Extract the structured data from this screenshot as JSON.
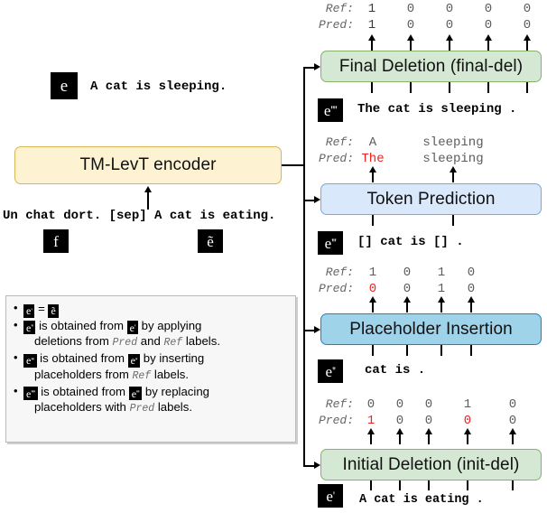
{
  "left": {
    "output_tag": "e",
    "output_sentence": "A cat is sleeping.",
    "encoder_label": "TM-LevT encoder",
    "input_sentence": "Un chat dort. [sep] A cat is eating.",
    "input_tag_source": "f",
    "input_tag_target": "ẽ"
  },
  "legend": {
    "items": [
      {
        "tag": "e'",
        "op": "=",
        "tag2": "ẽ",
        "text": "",
        "cont": ""
      },
      {
        "tag": "e''",
        "text": "is obtained from",
        "tag2": "e'",
        "text2": "by applying",
        "cont_a": "deletions from",
        "kw1": "Pred",
        "cont_b": "and",
        "kw2": "Ref",
        "cont_c": "labels."
      },
      {
        "tag": "e'''",
        "text": "is obtained from",
        "tag2": "e''",
        "text2": "by inserting",
        "cont_a": "placeholders from",
        "kw1": "Ref",
        "cont_c": "labels."
      },
      {
        "tag": "e''''",
        "text": "is obtained from",
        "tag2": "e'''",
        "text2": "by replacing",
        "cont_a": "placeholders with",
        "kw1": "Pred",
        "cont_c": "labels."
      }
    ]
  },
  "stages": [
    {
      "id": "final-del",
      "box_label": "Final Deletion (final-del)",
      "color": "green",
      "tag": "e''''",
      "sentence": "The cat is sleeping .",
      "above": {
        "ref_label": "Ref:",
        "pred_label": "Pred:",
        "ref": [
          "1",
          "0",
          "0",
          "0",
          "0"
        ],
        "pred": [
          "1",
          "0",
          "0",
          "0",
          "0"
        ],
        "pred_errors": [
          false,
          false,
          false,
          false,
          false
        ]
      }
    },
    {
      "id": "token-pred",
      "box_label": "Token Prediction",
      "color": "blue-l",
      "tag": "e'''",
      "sentence": "[] cat is [] .",
      "above": {
        "ref_label": "Ref:",
        "pred_label": "Pred:",
        "ref": [
          "A",
          "sleeping"
        ],
        "pred": [
          "The",
          "sleeping"
        ],
        "pred_errors": [
          true,
          false
        ]
      }
    },
    {
      "id": "placeholder-ins",
      "box_label": "Placeholder Insertion",
      "color": "blue-d",
      "tag": "e''",
      "sentence": "cat is .",
      "above": {
        "ref_label": "Ref:",
        "pred_label": "Pred:",
        "ref": [
          "1",
          "0",
          "1",
          "0"
        ],
        "pred": [
          "0",
          "0",
          "1",
          "0"
        ],
        "pred_errors": [
          true,
          false,
          false,
          false
        ]
      }
    },
    {
      "id": "init-del",
      "box_label": "Initial Deletion (init-del)",
      "color": "green",
      "tag": "e'",
      "sentence": "A cat is eating .",
      "above": {
        "ref_label": "Ref:",
        "pred_label": "Pred:",
        "ref": [
          "0",
          "0",
          "0",
          "1",
          "0"
        ],
        "pred": [
          "1",
          "0",
          "0",
          "0",
          "0"
        ],
        "pred_errors": [
          true,
          false,
          false,
          true,
          false
        ]
      }
    }
  ],
  "colors": {
    "green_fill": "#d5e8d4",
    "green_border": "#82b366",
    "blue_light_fill": "#dae8fc",
    "blue_light_border": "#7ea6d8",
    "blue_dark_fill": "#9fd3ea",
    "blue_dark_border": "#2e7db5",
    "yellow_fill": "#fdf3d3",
    "yellow_border": "#d6b656",
    "error_red": "#ee2222"
  }
}
